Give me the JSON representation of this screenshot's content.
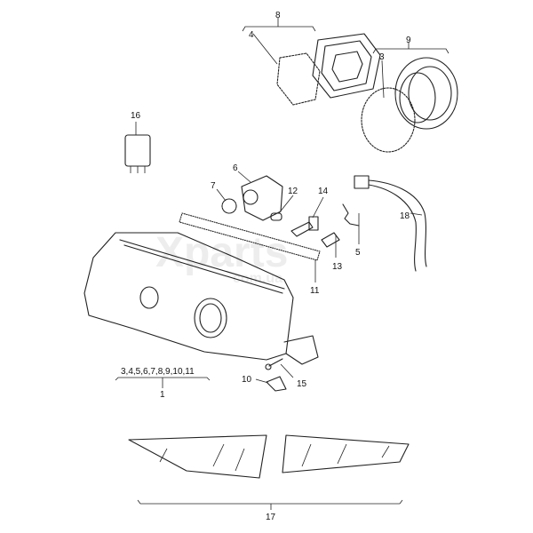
{
  "watermark": {
    "brand": "Xparts",
    "domain": "com.ua"
  },
  "callouts": {
    "c1": "1",
    "c3a": "3",
    "c4": "4",
    "c5": "5",
    "c6": "6",
    "c7": "7",
    "c8": "8",
    "c9": "9",
    "c10": "10",
    "c11": "11",
    "c12": "12",
    "c13": "13",
    "c14": "14",
    "c15": "15",
    "c16": "16",
    "c17": "17",
    "c18": "18",
    "group1": "3,4,5,6,7,8,9,10,11"
  }
}
